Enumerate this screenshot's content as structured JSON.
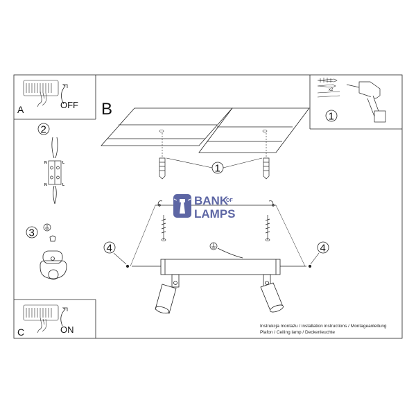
{
  "panels": {
    "a": {
      "letter": "A",
      "state": "OFF"
    },
    "b": {
      "letter": "B"
    },
    "c": {
      "letter": "C",
      "state": "ON"
    }
  },
  "step_labels": {
    "one": "1",
    "two": "2",
    "three": "3",
    "four": "4"
  },
  "tools": {
    "quantity": "x2"
  },
  "wiring": {
    "n": "N",
    "l": "L"
  },
  "watermark": {
    "line1": "BANK",
    "of": "OF",
    "line2": "LAMPS"
  },
  "caption": {
    "line1": "Instrukcja montażu / installation instructions / Montageanleitung",
    "line2": "Plafon / Ceiling lamp / Deckenleuchte"
  },
  "icons": [
    "ground-icon",
    "drill-icon",
    "wall-plug-icon",
    "screw-icon",
    "hand-icon",
    "switch-icon",
    "lighthouse-icon"
  ],
  "colors": {
    "line": "#222222",
    "watermark": "#5d66a4"
  }
}
